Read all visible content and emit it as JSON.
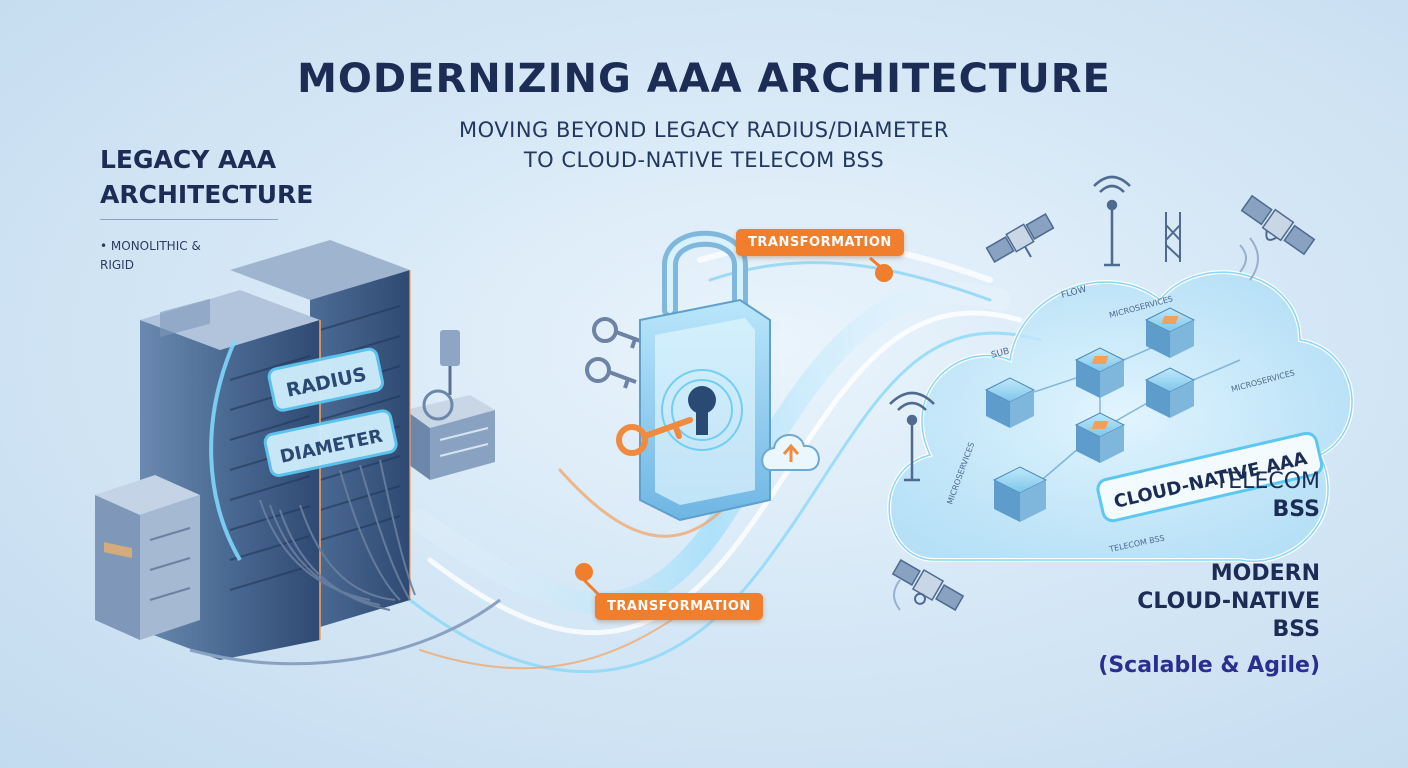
{
  "title": "MODERNIZING AAA ARCHITECTURE",
  "subtitle_line1": "MOVING BEYOND LEGACY RADIUS/DIAMETER",
  "subtitle_line2": "TO CLOUD-NATIVE TELECOM BSS",
  "legacy": {
    "title_line1": "LEGACY AAA",
    "title_line2": "ARCHITECTURE",
    "bullet_line1": "MONOLITHIC &",
    "bullet_line2": "RIGID",
    "server_label_top": "RADIUS",
    "server_label_bottom": "DIAMETER"
  },
  "transformation_badges": [
    "TRANSFORMATION",
    "TRANSFORMATION"
  ],
  "cloud": {
    "main_label": "CLOUD-NATIVE AAA",
    "small_labels": {
      "flow": "FLOW",
      "microservices_top": "MICROSERVICES",
      "microservices_right": "MICROSERVICES",
      "microservices_left": "MICROSERVICES",
      "telecom_bss": "TELECOM BSS",
      "sub_left": "SUB"
    }
  },
  "right_labels": {
    "telecom_line1": "TELECOM",
    "telecom_line2": "BSS",
    "modern_line1": "MODERN",
    "modern_line2": "CLOUD-NATIVE",
    "modern_line3": "BSS",
    "agile": "(Scalable & Agile)"
  },
  "colors": {
    "navy": "#1b2d55",
    "orange_accent": "#f07e2c",
    "glow_blue": "#5cc8f2",
    "server_blue": "#3e5c86"
  }
}
